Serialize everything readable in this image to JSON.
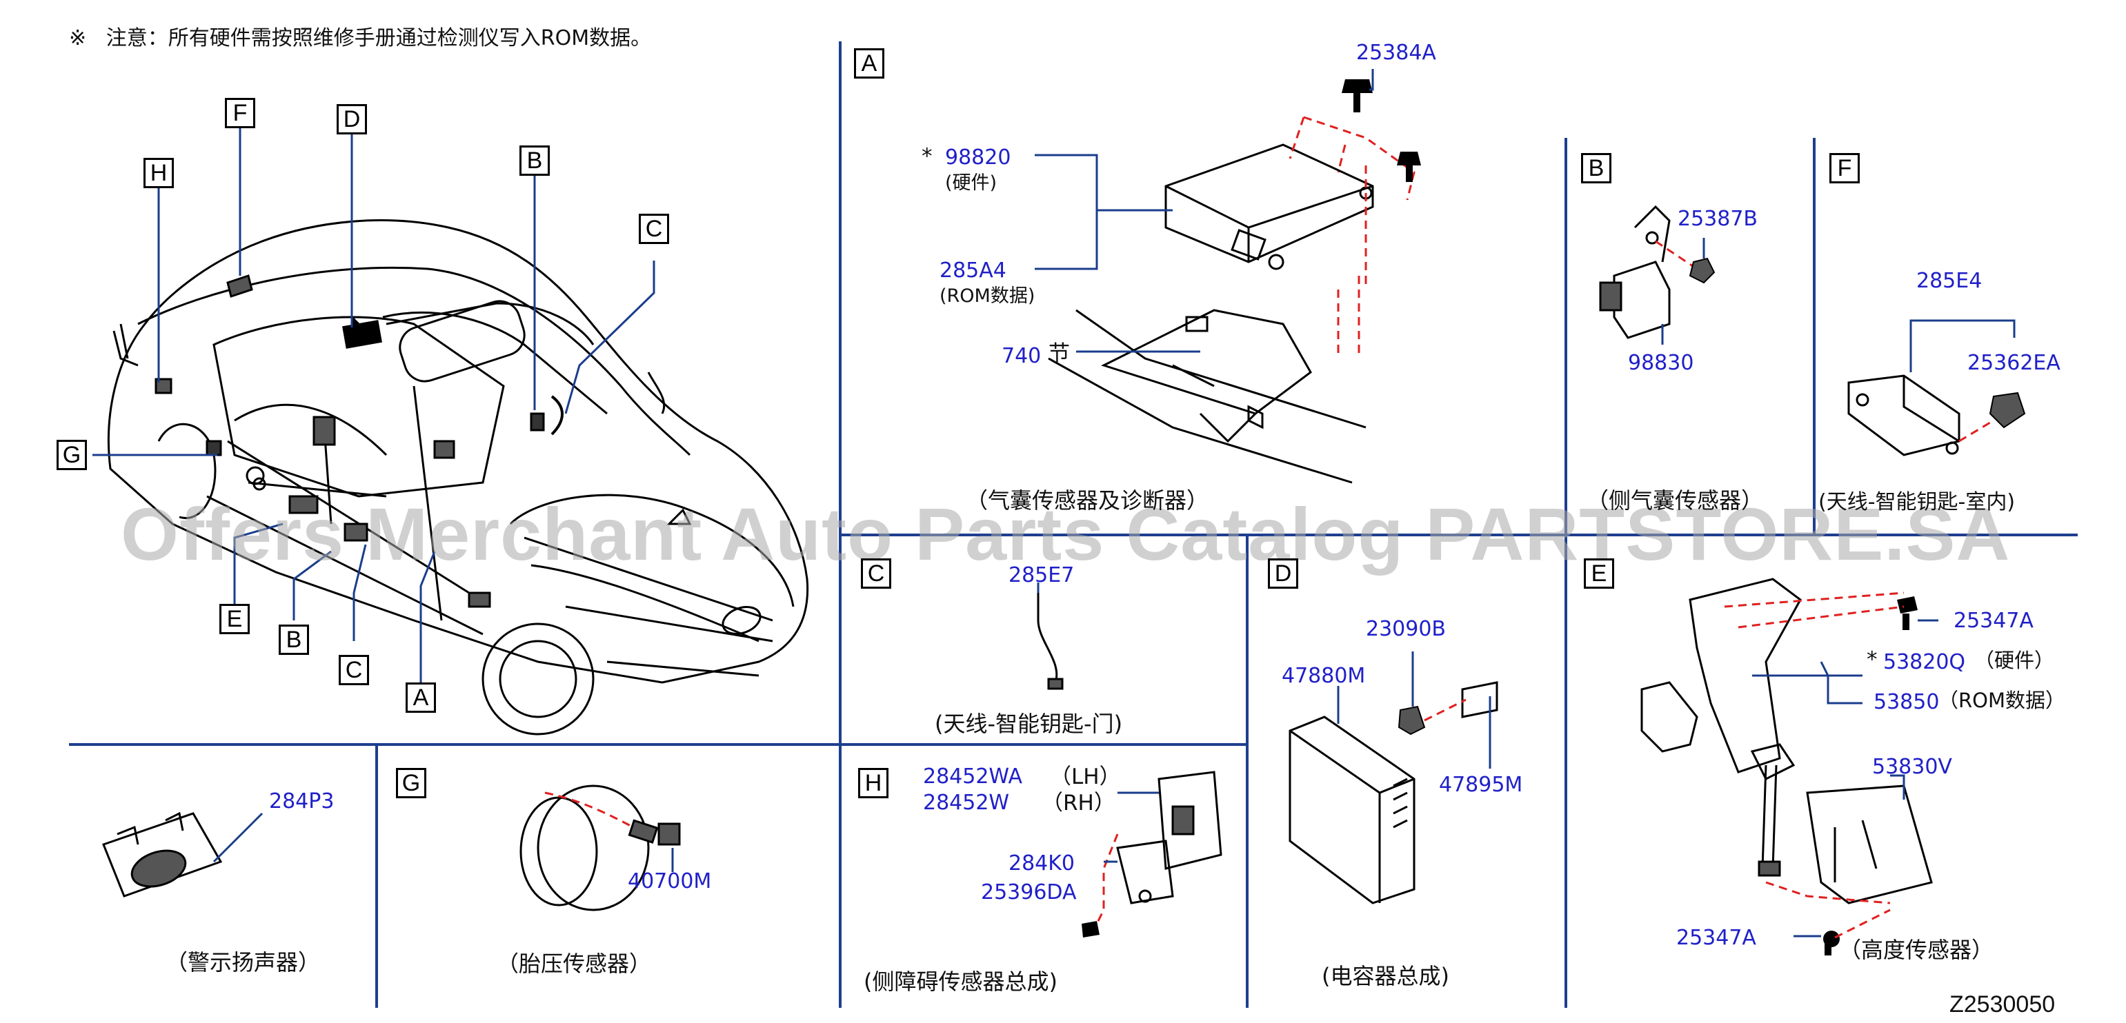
{
  "note": {
    "mark": "※",
    "text": "注意：所有硬件需按照维修手册通过检测仪写入ROM数据。"
  },
  "watermark": "Offers Merchant Auto Parts Catalog PARTSTORE.SA",
  "diagram_code": "Z2530050",
  "colors": {
    "part_number": "#2020c8",
    "leader": "#1a3d8c",
    "dashed": "#e02020",
    "divider": "#1e3f8f"
  },
  "car_callouts": [
    "F",
    "D",
    "H",
    "B",
    "C",
    "G",
    "E",
    "B",
    "C",
    "A"
  ],
  "sections": {
    "A": {
      "letter": "A",
      "caption": "（气囊传感器及诊断器）",
      "star": "*",
      "p1": "98820",
      "p1_note": "(硬件)",
      "p2": "285A4",
      "p2_note": "(ROM数据)",
      "p3": "25384A",
      "p4": "740",
      "p4_note": "节"
    },
    "B": {
      "letter": "B",
      "caption": "（侧气囊传感器）",
      "p1": "25387B",
      "p2": "98830"
    },
    "F": {
      "letter": "F",
      "caption": "(天线-智能钥匙-室内)",
      "p1": "285E4",
      "p2": "25362EA"
    },
    "C": {
      "letter": "C",
      "caption": "(天线-智能钥匙-门)",
      "p1": "285E7"
    },
    "D": {
      "letter": "D",
      "caption": "(电容器总成)",
      "p1": "23090B",
      "p2": "47880M",
      "p3": "47895M"
    },
    "E": {
      "letter": "E",
      "caption": "（高度传感器）",
      "p1": "25347A",
      "star": "*",
      "p2": "53820Q",
      "p2_note": "（硬件）",
      "p3": "53850",
      "p3_note": "（ROM数据）",
      "p4": "53830V",
      "p5": "25347A"
    },
    "warn": {
      "caption": "（警示扬声器）",
      "p1": "284P3"
    },
    "G": {
      "letter": "G",
      "caption": "（胎压传感器）",
      "p1": "40700M"
    },
    "H": {
      "letter": "H",
      "caption": "(侧障碍传感器总成)",
      "p1": "28452WA",
      "p1_note": "（LH）",
      "p2": "28452W",
      "p2_note": "（RH）",
      "p3": "284K0",
      "p4": "25396DA"
    }
  }
}
